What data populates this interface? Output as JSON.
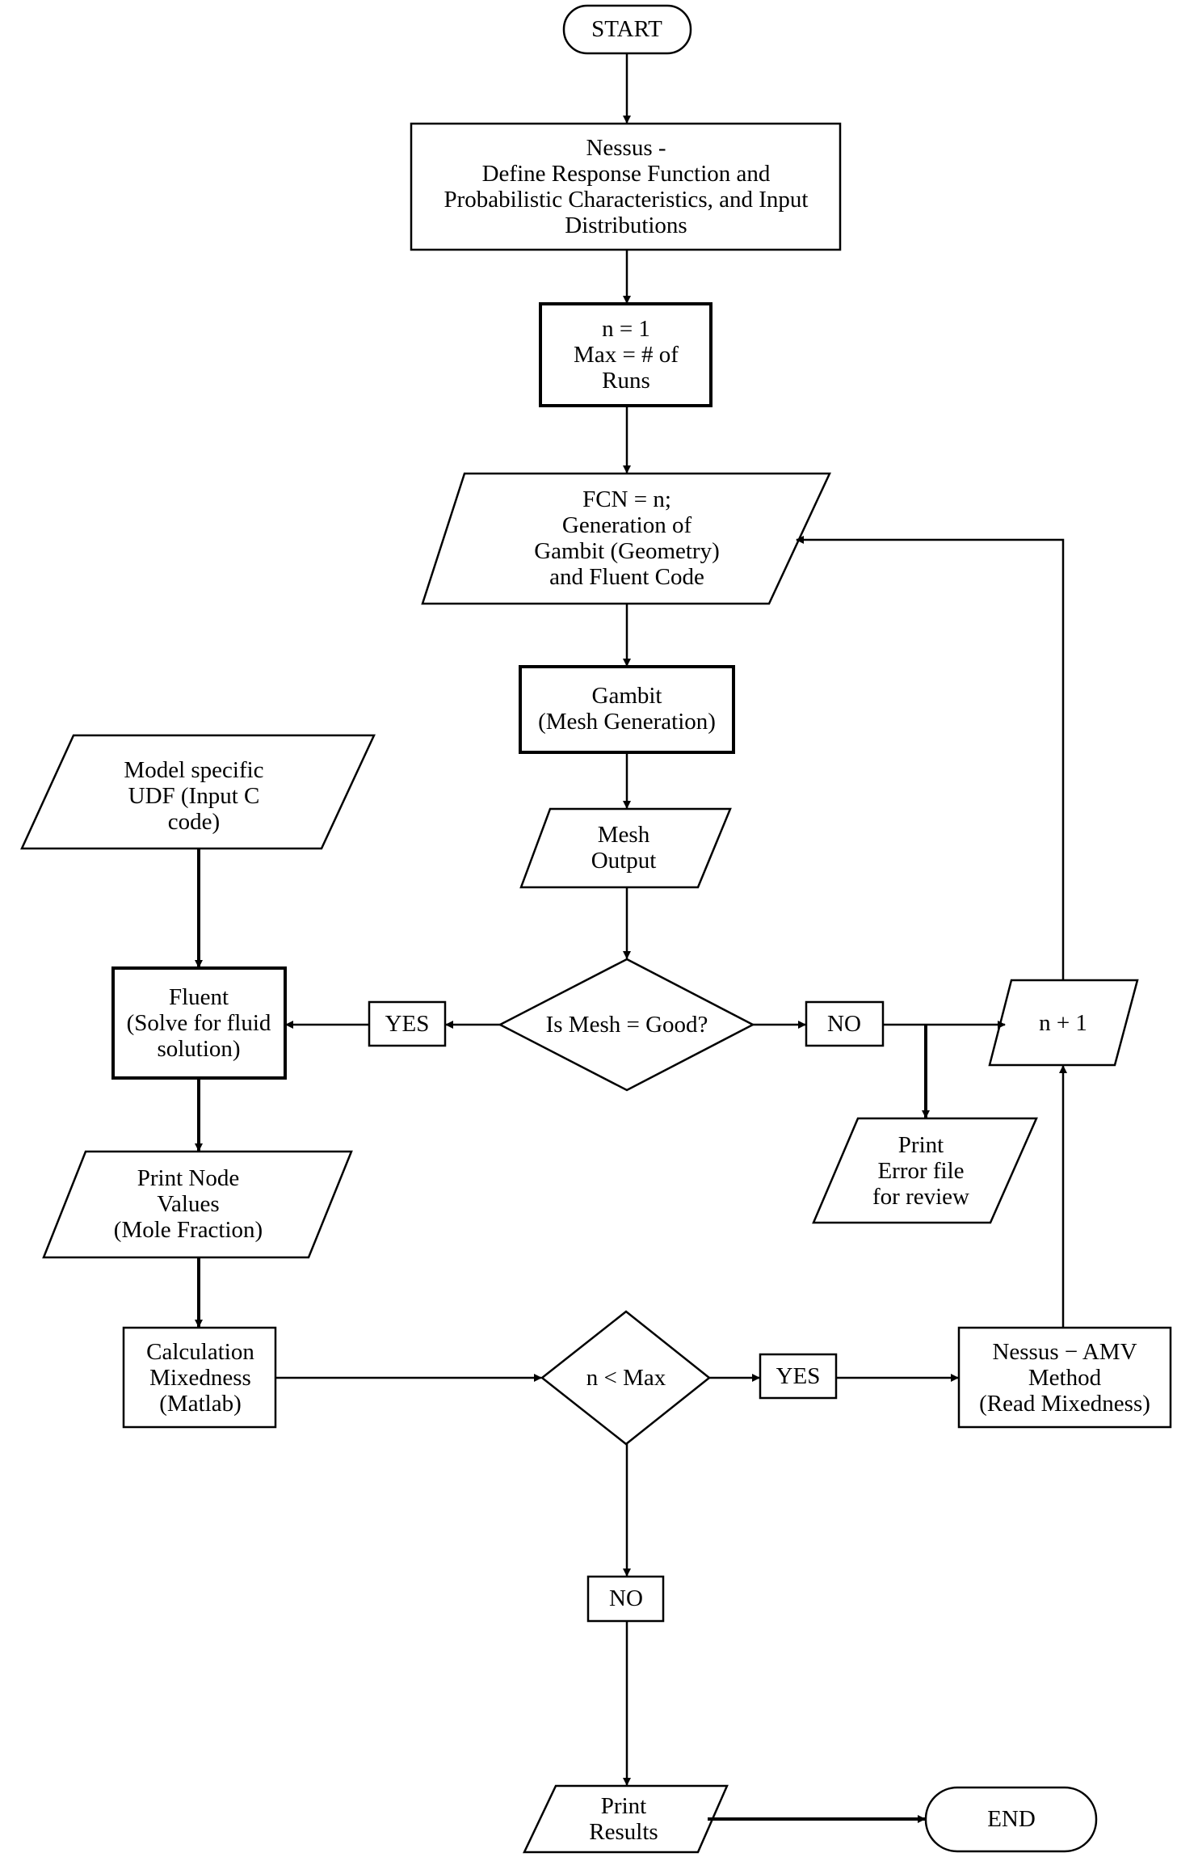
{
  "nodes": {
    "start": [
      "START"
    ],
    "nessus_define": [
      "Nessus -",
      "Define Response Function and",
      "Probabilistic Characteristics, and Input",
      "Distributions"
    ],
    "init": [
      "n = 1",
      "Max = # of",
      "Runs"
    ],
    "fcn": [
      "FCN = n;",
      "Generation of",
      "Gambit (Geometry)",
      "and Fluent Code"
    ],
    "gambit": [
      "Gambit",
      "(Mesh Generation)"
    ],
    "mesh_output": [
      "Mesh",
      "Output"
    ],
    "mesh_decision": [
      "Is Mesh = Good?"
    ],
    "mesh_yes": [
      "YES"
    ],
    "mesh_no": [
      "NO"
    ],
    "udf": [
      "Model specific",
      "UDF (Input C",
      "code)"
    ],
    "fluent": [
      "Fluent",
      "(Solve for fluid",
      "solution)"
    ],
    "n_plus_1": [
      "n + 1"
    ],
    "print_error": [
      "Print",
      "Error file",
      "for review"
    ],
    "print_node": [
      "Print Node",
      "Values",
      "(Mole Fraction)"
    ],
    "calc_mix": [
      "Calculation",
      "Mixedness",
      "(Matlab)"
    ],
    "max_decision": [
      "n < Max"
    ],
    "max_yes": [
      "YES"
    ],
    "nessus_amv": [
      "Nessus − AMV",
      "Method",
      "(Read Mixedness)"
    ],
    "max_no": [
      "NO"
    ],
    "print_results": [
      "Print",
      "Results"
    ],
    "end": [
      "END"
    ]
  }
}
